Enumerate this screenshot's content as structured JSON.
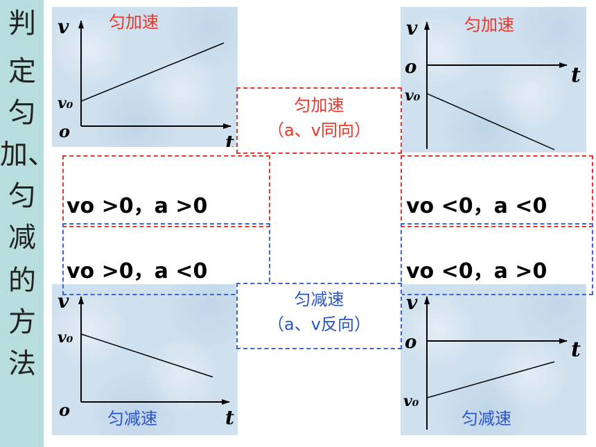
{
  "sidebar": {
    "chars": [
      "判",
      "定",
      "匀",
      "加、",
      "匀",
      "减",
      "的",
      "方",
      "法"
    ]
  },
  "panels": {
    "top_left": {
      "title": "匀加速",
      "v": "v",
      "v0": "v₀",
      "o": "o",
      "t": "t"
    },
    "top_right": {
      "title": "匀加速",
      "v": "v",
      "v0": "v₀",
      "o": "o",
      "t": "t"
    },
    "bottom_left": {
      "title": "匀减速",
      "v": "v",
      "v0": "v₀",
      "o": "o",
      "t": "t"
    },
    "bottom_right": {
      "title": "匀减速",
      "v": "v",
      "v0": "v₀",
      "o": "o",
      "t": "t"
    }
  },
  "center": {
    "accel": {
      "line1": "匀加速",
      "line2": "（a、v同向）"
    },
    "decel": {
      "line1": "匀减速",
      "line2": "（a、v反向）"
    }
  },
  "conditions": {
    "accel_left": "vo >0，a >0",
    "accel_right": "vo <0，a <0",
    "decel_left": "vo >0，a <0",
    "decel_right": "vo <0，a >0"
  },
  "colors": {
    "accent_red": "#e8362a",
    "accent_blue": "#2a55c8",
    "sidebar": "#b7dedd",
    "panel": "#cfe0ee"
  }
}
